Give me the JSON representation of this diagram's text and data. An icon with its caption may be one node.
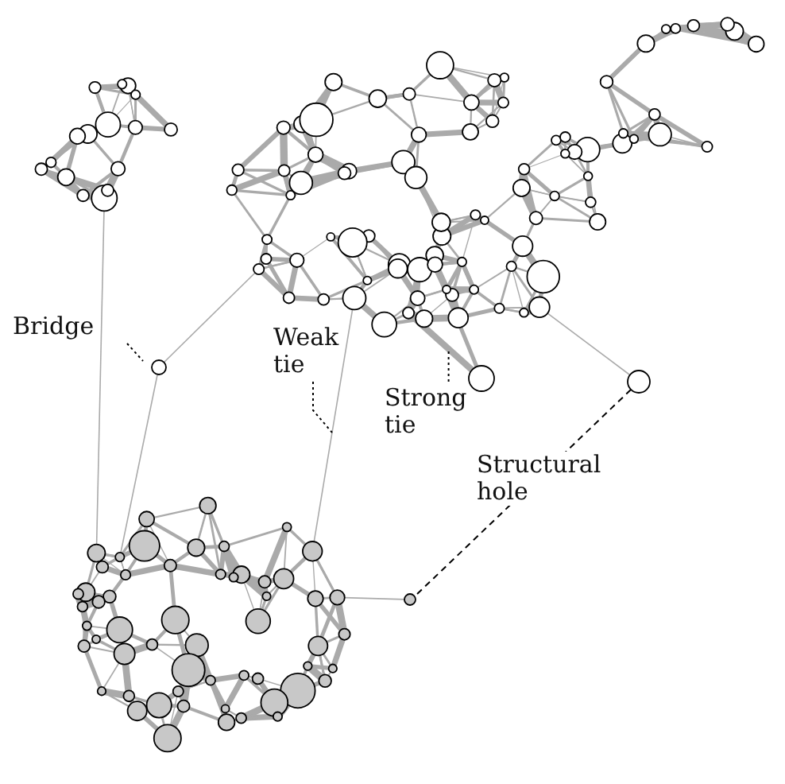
{
  "diagram": {
    "nodes": [
      {
        "text": [
          "Bridge"
        ]
      },
      {
        "text": [
          "Weak tie"
        ]
      },
      {
        "text": [
          "Strong tie"
        ]
      }
    ],
    "edges": [
      {
        "from": 0,
        "to": null,
        "arrow": "none",
        "style": "dashed"
      },
      {
        "from": 1,
        "to": null,
        "arrow": "none",
        "style": "dashed"
      },
      {
        "from": 2,
        "to": null,
        "arrow": "none",
        "style": "dashed"
      }
    ],
    "labels": [
      "Structural hole"
    ]
  }
}
